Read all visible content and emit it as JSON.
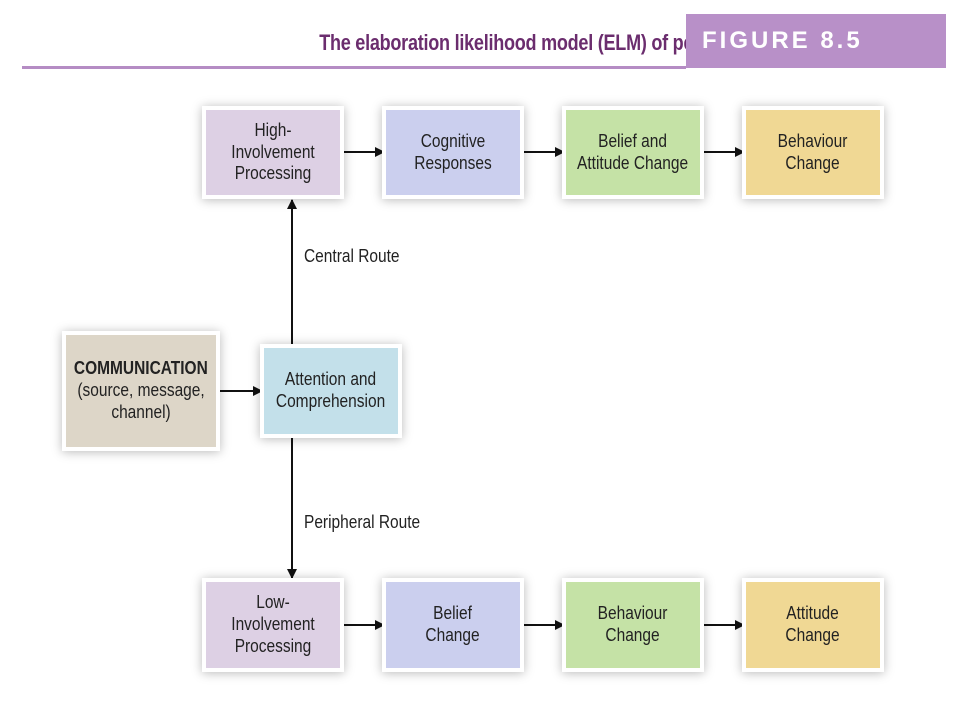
{
  "header": {
    "title": "The elaboration likelihood model (ELM) of persuasion",
    "figure_label": "FIGURE 8.5"
  },
  "nodes": {
    "communication": {
      "title": "COMMUNICATION",
      "detail": "(source, message,\nchannel)"
    },
    "attention": "Attention and\nComprehension",
    "central": {
      "route_label": "Central Route",
      "steps": [
        "High-Involvement\nProcessing",
        "Cognitive\nResponses",
        "Belief and\nAttitude Change",
        "Behaviour\nChange"
      ]
    },
    "peripheral": {
      "route_label": "Peripheral Route",
      "steps": [
        "Low-Involvement\nProcessing",
        "Belief\nChange",
        "Behaviour\nChange",
        "Attitude\nChange"
      ]
    }
  },
  "colors": {
    "header_text": "#6b2d6e",
    "header_band": "#b890c8",
    "processing": "#ddd0e4",
    "responses": "#cbcfee",
    "belief": "#c5e2a6",
    "change": "#f0d894",
    "attention": "#c3e0ea",
    "communication": "#ddd6c8"
  }
}
